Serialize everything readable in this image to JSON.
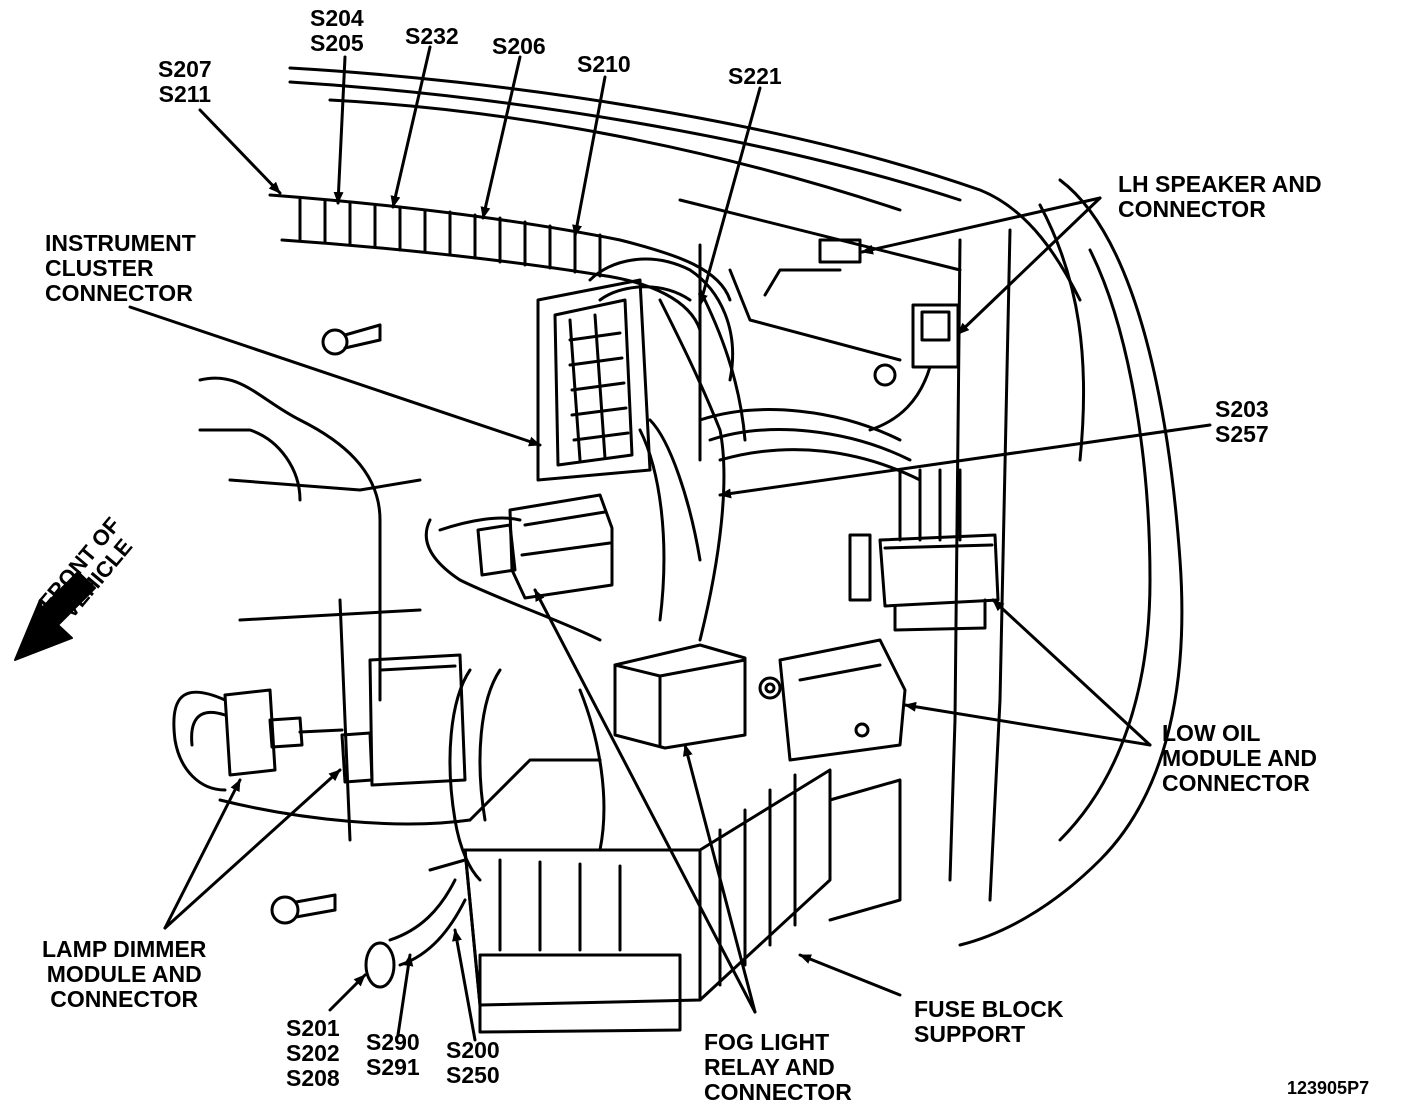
{
  "diagram": {
    "labels": {
      "s207_s211": [
        "S207",
        "S211"
      ],
      "s204_s205": [
        "S204",
        "S205"
      ],
      "s232": [
        "S232"
      ],
      "s206": [
        "S206"
      ],
      "s210": [
        "S210"
      ],
      "s221": [
        "S221"
      ],
      "lh_speaker": [
        "LH SPEAKER AND",
        "CONNECTOR"
      ],
      "instrument_cluster": [
        "INSTRUMENT",
        "CLUSTER",
        "CONNECTOR"
      ],
      "s203_s257": [
        "S203",
        "S257"
      ],
      "front_of_vehicle": [
        "FRONT OF",
        "VEHICLE"
      ],
      "low_oil": [
        "LOW OIL",
        "MODULE AND",
        "CONNECTOR"
      ],
      "lamp_dimmer": [
        "LAMP DIMMER",
        "MODULE AND",
        "CONNECTOR"
      ],
      "fuse_block": [
        "FUSE BLOCK",
        "SUPPORT"
      ],
      "s201_s202_s208": [
        "S201",
        "S202",
        "S208"
      ],
      "s290_s291": [
        "S290",
        "S291"
      ],
      "s200_s250": [
        "S200",
        "S250"
      ],
      "fog_light": [
        "FOG LIGHT",
        "RELAY AND",
        "CONNECTOR"
      ],
      "figure_id": [
        "123905P7"
      ]
    },
    "colors": {
      "ink": "#000000",
      "paper": "#ffffff"
    }
  }
}
